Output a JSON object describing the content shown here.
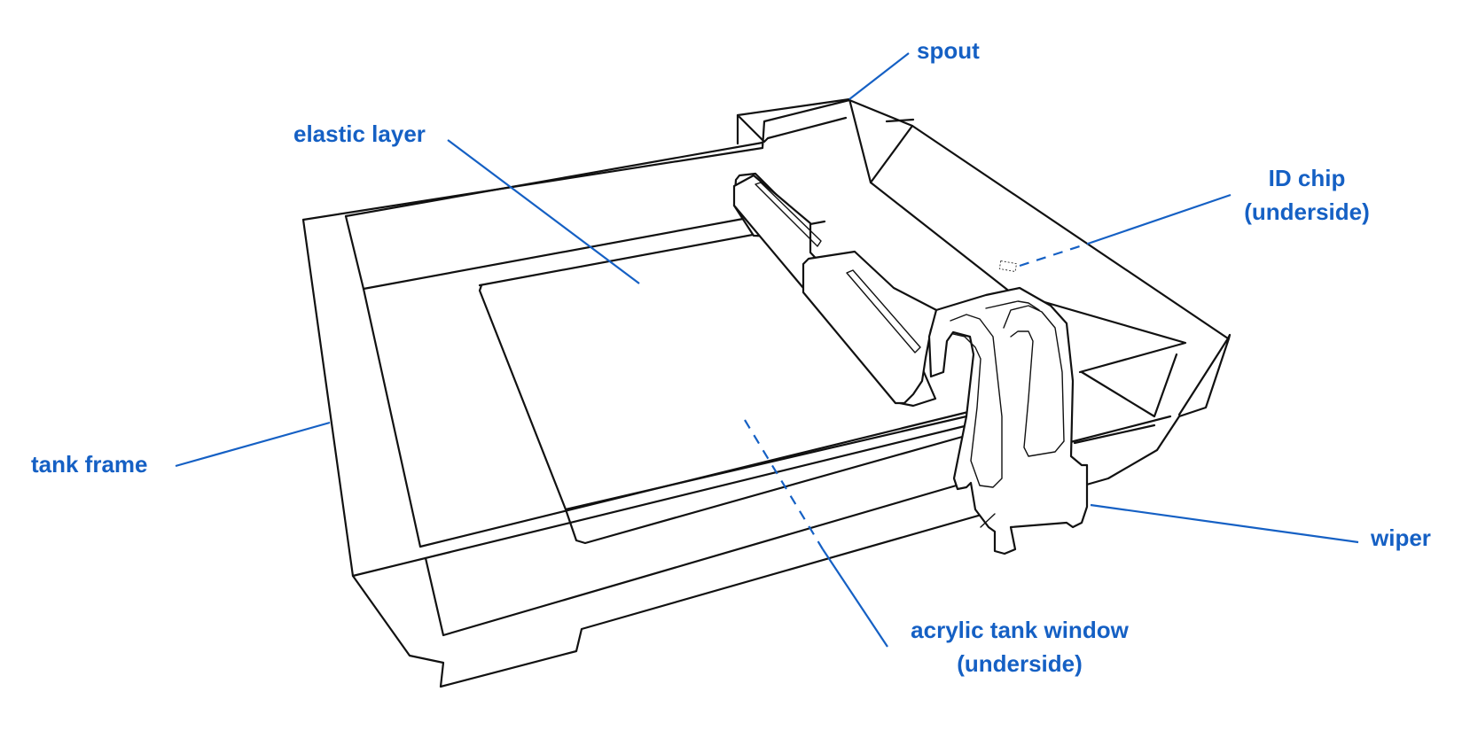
{
  "colors": {
    "label": "#1560c4",
    "line": "#111111",
    "background": "#ffffff"
  },
  "labels": {
    "spout": "spout",
    "elastic_layer": "elastic layer",
    "id_chip_line1": "ID chip",
    "id_chip_line2": "(underside)",
    "tank_frame": "tank frame",
    "wiper": "wiper",
    "acrylic_line1": "acrylic tank window",
    "acrylic_line2": "(underside)"
  }
}
